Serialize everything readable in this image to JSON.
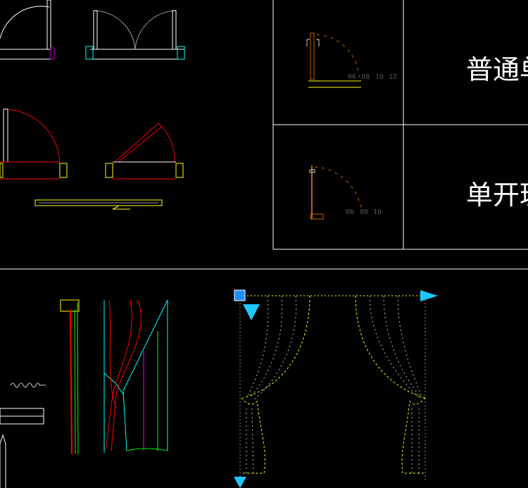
{
  "table": {
    "row1": {
      "label": "普通单",
      "sizes": [
        "06",
        "08",
        "10",
        "12"
      ]
    },
    "row2": {
      "label": "单开玻",
      "sizes": [
        "06",
        "08",
        "10"
      ]
    }
  },
  "colors": {
    "background": "#000000",
    "line": "#ffffff",
    "door": "#c06000",
    "highlight": "#ffff00",
    "red": "#ff0000",
    "cyan": "#00ffff",
    "green": "#00ff00",
    "grip": "#1e90ff"
  }
}
